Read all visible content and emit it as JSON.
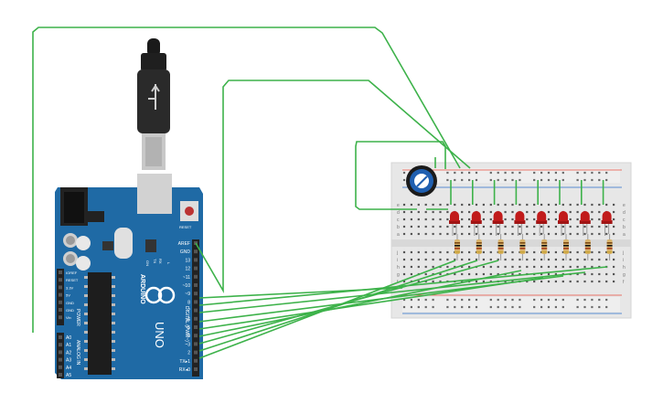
{
  "arduino": {
    "brand": "ARDUINO",
    "model": "UNO",
    "reset_label": "RESET",
    "digital_header": "DIGITAL (PWM~)",
    "power_header": "POWER",
    "analog_header": "ANALOG IN",
    "on_label": "ON",
    "tx_label": "TX",
    "rx_label": "RX",
    "l_label": "L",
    "digital_pins": [
      "AREF",
      "GND",
      "13",
      "12",
      "~11",
      "~10",
      "~9",
      "8",
      "7",
      "~6",
      "~5",
      "4",
      "~3",
      "2",
      "TX▸1",
      "RX◂0"
    ],
    "power_pins": [
      "IOREF",
      "RESET",
      "3.3V",
      "5V",
      "GND",
      "GND",
      "Vin"
    ],
    "analog_pins": [
      "A0",
      "A1",
      "A2",
      "A3",
      "A4",
      "A5"
    ],
    "board_color": "#1f6aa5"
  },
  "breadboard": {
    "row_letters_top": [
      "a",
      "b",
      "c",
      "d",
      "e"
    ],
    "row_letters_bottom": [
      "f",
      "g",
      "h",
      "i",
      "j"
    ],
    "column_count": 30
  },
  "components": {
    "led_count": 8,
    "led_color": "#c11b1b",
    "resistor_count": 8,
    "potentiometer_color": "#1f5fb0"
  },
  "wire_color": "#3db24a"
}
